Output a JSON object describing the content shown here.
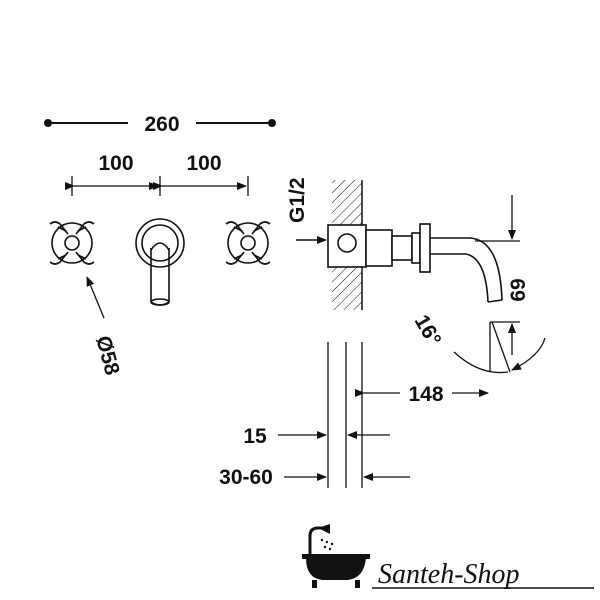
{
  "drawing": {
    "overall_width": "260",
    "spacing_left": "100",
    "spacing_right": "100",
    "handle_diameter": "Ø58",
    "thread": "G1/2",
    "spout_height": "69",
    "spout_angle": "16°",
    "spout_projection": "148",
    "wall_min": "15",
    "wall_range": "30-60"
  },
  "brand": {
    "logo_text": "Santeh-Shop",
    "logo_icon": "bathtub-shower-icon"
  },
  "colors": {
    "line": "#111111",
    "background": "#ffffff"
  }
}
